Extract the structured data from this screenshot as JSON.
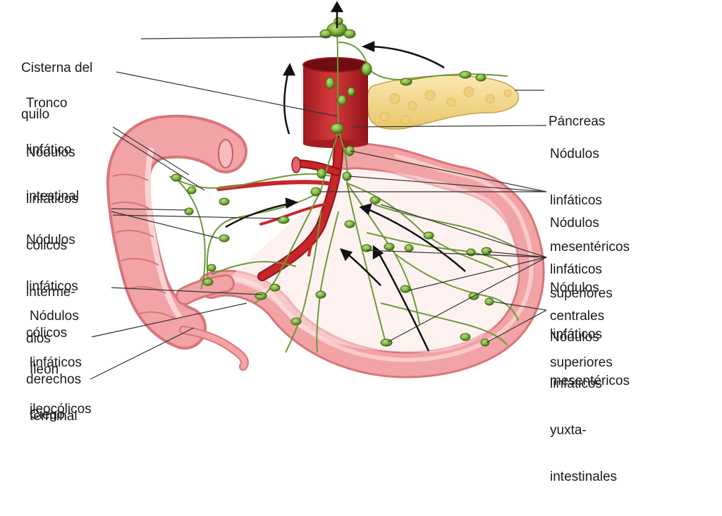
{
  "labels": {
    "cisterna": [
      "Cisterna del",
      "quilo"
    ],
    "tronco": [
      "Tronco",
      "linfático",
      "intestinal"
    ],
    "colicos_intermedios": [
      "Nódulos",
      "linfáticos",
      "cólicos",
      "interme-",
      "dios"
    ],
    "colicos_derechos": [
      "Nódulos",
      "linfáticos",
      "cólicos",
      "derechos"
    ],
    "ileocolicos": [
      "Nódulos",
      "linfáticos",
      "ileocólicos"
    ],
    "ileon": [
      "Íleon",
      "terminal"
    ],
    "ciego": [
      "Ciego"
    ],
    "pancreas": [
      "Páncreas"
    ],
    "mesentericos_superiores": [
      "Nódulos",
      "linfáticos",
      "mesentéricos",
      "superiores"
    ],
    "centrales_superiores": [
      "Nódulos",
      "linfáticos",
      "centrales",
      "superiores"
    ],
    "mesentericos": [
      "Nódulos",
      "linfáticos",
      "mesentéricos"
    ],
    "yuxta": [
      "Nódulos",
      "linfáticos",
      "yuxta-",
      "intestinales"
    ]
  },
  "colors": {
    "intestine": "#f2a3a6",
    "intestine_dark": "#d9757a",
    "intestine_light": "#fbd3d2",
    "artery": "#c8262a",
    "artery_dark": "#8e1418",
    "lymph": "#6c9a3a",
    "node": "#7bb23d",
    "node_dark": "#3f6b1c",
    "pancreas": "#f5d98c",
    "leader": "#333333"
  }
}
